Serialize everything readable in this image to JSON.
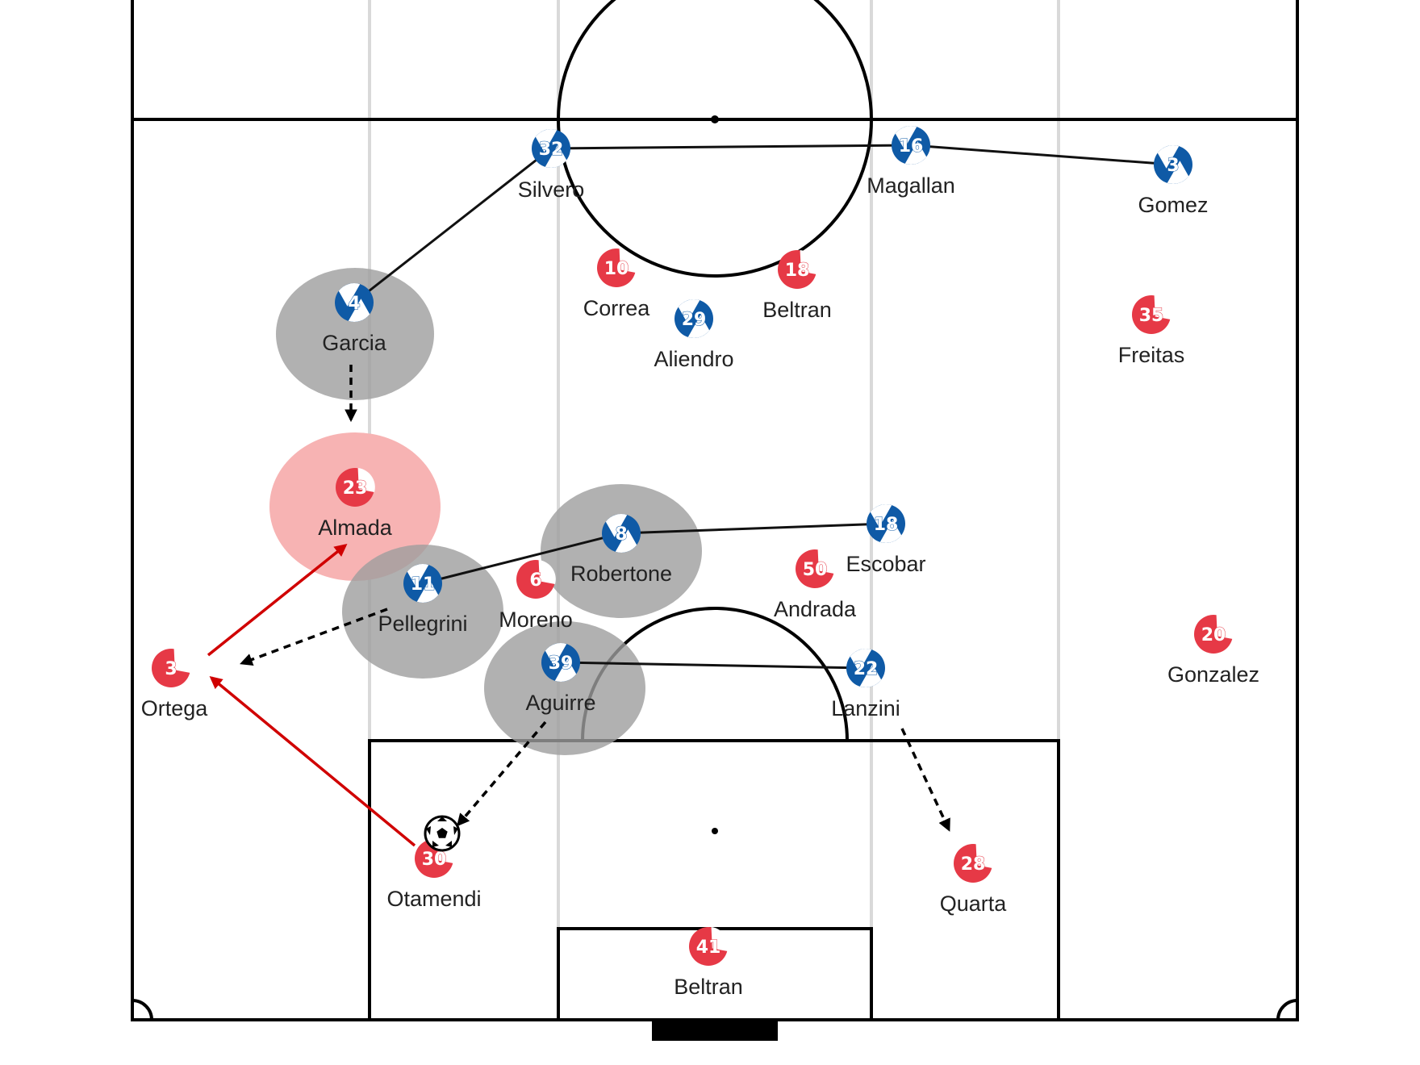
{
  "colors": {
    "red_team": "#e63946",
    "blue_team": "#0f5aa6",
    "highlight": "#f7b3b3",
    "pressure": "#9e9e9e",
    "pass": "#d00000"
  },
  "players": [
    {
      "id": "silvero",
      "team": "blue",
      "number": "32",
      "name": "Silvero"
    },
    {
      "id": "magallan",
      "team": "blue",
      "number": "16",
      "name": "Magallan"
    },
    {
      "id": "gomez",
      "team": "blue",
      "number": "3",
      "name": "Gomez"
    },
    {
      "id": "garcia",
      "team": "blue",
      "number": "4",
      "name": "Garcia"
    },
    {
      "id": "aliendro",
      "team": "blue",
      "number": "29",
      "name": "Aliendro"
    },
    {
      "id": "robertone",
      "team": "blue",
      "number": "8",
      "name": "Robertone"
    },
    {
      "id": "escobar",
      "team": "blue",
      "number": "18",
      "name": "Escobar"
    },
    {
      "id": "pellegrini",
      "team": "blue",
      "number": "11",
      "name": "Pellegrini"
    },
    {
      "id": "aguirre",
      "team": "blue",
      "number": "39",
      "name": "Aguirre"
    },
    {
      "id": "lanzini",
      "team": "blue",
      "number": "22",
      "name": "Lanzini"
    },
    {
      "id": "correa",
      "team": "red",
      "number": "10",
      "name": "Correa"
    },
    {
      "id": "beltran-fwd",
      "team": "red",
      "number": "18",
      "name": "Beltran"
    },
    {
      "id": "freitas",
      "team": "red",
      "number": "35",
      "name": "Freitas"
    },
    {
      "id": "almada",
      "team": "red",
      "number": "23",
      "name": "Almada"
    },
    {
      "id": "moreno",
      "team": "red",
      "number": "6",
      "name": "Moreno"
    },
    {
      "id": "andrada",
      "team": "red",
      "number": "50",
      "name": "Andrada"
    },
    {
      "id": "gonzalez",
      "team": "red",
      "number": "20",
      "name": "Gonzalez"
    },
    {
      "id": "ortega",
      "team": "red",
      "number": "3",
      "name": "Ortega"
    },
    {
      "id": "otamendi",
      "team": "red",
      "number": "30",
      "name": "Otamendi"
    },
    {
      "id": "quarta",
      "team": "red",
      "number": "28",
      "name": "Quarta"
    },
    {
      "id": "beltran-gk",
      "team": "red",
      "number": "41",
      "name": "Beltran"
    }
  ],
  "ball": {
    "icon": "soccer-ball-icon",
    "holder": "Otamendi"
  }
}
